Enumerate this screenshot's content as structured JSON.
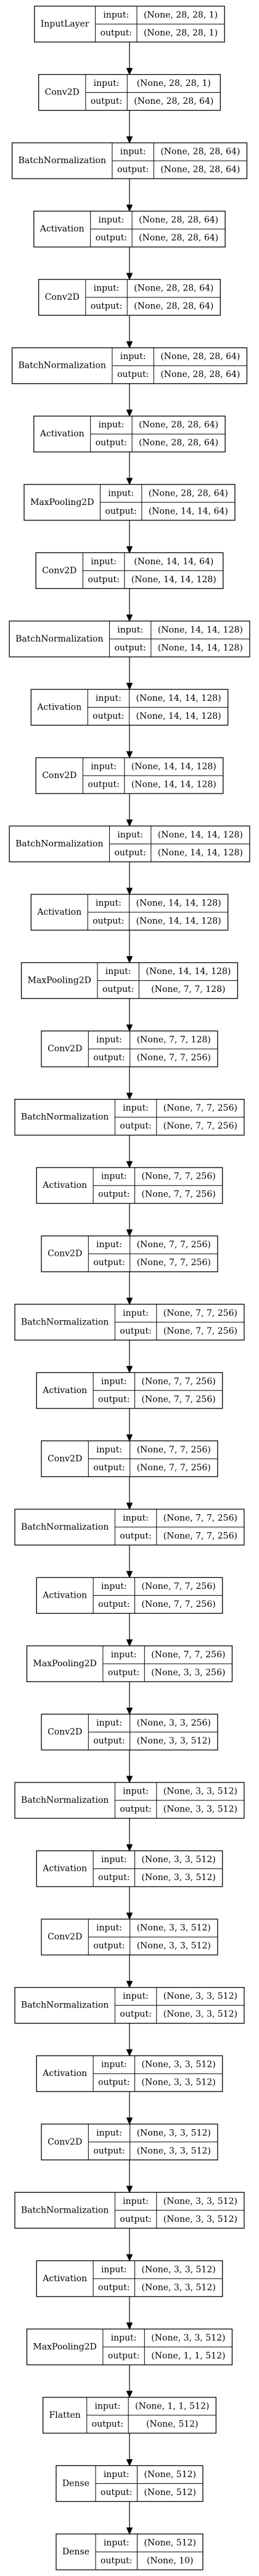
{
  "diagram": {
    "labels": {
      "input": "input:",
      "output": "output:"
    },
    "layers": [
      {
        "name": "InputLayer",
        "input": "(None, 28, 28, 1)",
        "output": "(None, 28, 28, 1)"
      },
      {
        "name": "Conv2D",
        "input": "(None, 28, 28, 1)",
        "output": "(None, 28, 28, 64)"
      },
      {
        "name": "BatchNormalization",
        "input": "(None, 28, 28, 64)",
        "output": "(None, 28, 28, 64)"
      },
      {
        "name": "Activation",
        "input": "(None, 28, 28, 64)",
        "output": "(None, 28, 28, 64)"
      },
      {
        "name": "Conv2D",
        "input": "(None, 28, 28, 64)",
        "output": "(None, 28, 28, 64)"
      },
      {
        "name": "BatchNormalization",
        "input": "(None, 28, 28, 64)",
        "output": "(None, 28, 28, 64)"
      },
      {
        "name": "Activation",
        "input": "(None, 28, 28, 64)",
        "output": "(None, 28, 28, 64)"
      },
      {
        "name": "MaxPooling2D",
        "input": "(None, 28, 28, 64)",
        "output": "(None, 14, 14, 64)"
      },
      {
        "name": "Conv2D",
        "input": "(None, 14, 14, 64)",
        "output": "(None, 14, 14, 128)"
      },
      {
        "name": "BatchNormalization",
        "input": "(None, 14, 14, 128)",
        "output": "(None, 14, 14, 128)"
      },
      {
        "name": "Activation",
        "input": "(None, 14, 14, 128)",
        "output": "(None, 14, 14, 128)"
      },
      {
        "name": "Conv2D",
        "input": "(None, 14, 14, 128)",
        "output": "(None, 14, 14, 128)"
      },
      {
        "name": "BatchNormalization",
        "input": "(None, 14, 14, 128)",
        "output": "(None, 14, 14, 128)"
      },
      {
        "name": "Activation",
        "input": "(None, 14, 14, 128)",
        "output": "(None, 14, 14, 128)"
      },
      {
        "name": "MaxPooling2D",
        "input": "(None, 14, 14, 128)",
        "output": "(None, 7, 7, 128)"
      },
      {
        "name": "Conv2D",
        "input": "(None, 7, 7, 128)",
        "output": "(None, 7, 7, 256)"
      },
      {
        "name": "BatchNormalization",
        "input": "(None, 7, 7, 256)",
        "output": "(None, 7, 7, 256)"
      },
      {
        "name": "Activation",
        "input": "(None, 7, 7, 256)",
        "output": "(None, 7, 7, 256)"
      },
      {
        "name": "Conv2D",
        "input": "(None, 7, 7, 256)",
        "output": "(None, 7, 7, 256)"
      },
      {
        "name": "BatchNormalization",
        "input": "(None, 7, 7, 256)",
        "output": "(None, 7, 7, 256)"
      },
      {
        "name": "Activation",
        "input": "(None, 7, 7, 256)",
        "output": "(None, 7, 7, 256)"
      },
      {
        "name": "Conv2D",
        "input": "(None, 7, 7, 256)",
        "output": "(None, 7, 7, 256)"
      },
      {
        "name": "BatchNormalization",
        "input": "(None, 7, 7, 256)",
        "output": "(None, 7, 7, 256)"
      },
      {
        "name": "Activation",
        "input": "(None, 7, 7, 256)",
        "output": "(None, 7, 7, 256)"
      },
      {
        "name": "MaxPooling2D",
        "input": "(None, 7, 7, 256)",
        "output": "(None, 3, 3, 256)"
      },
      {
        "name": "Conv2D",
        "input": "(None, 3, 3, 256)",
        "output": "(None, 3, 3, 512)"
      },
      {
        "name": "BatchNormalization",
        "input": "(None, 3, 3, 512)",
        "output": "(None, 3, 3, 512)"
      },
      {
        "name": "Activation",
        "input": "(None, 3, 3, 512)",
        "output": "(None, 3, 3, 512)"
      },
      {
        "name": "Conv2D",
        "input": "(None, 3, 3, 512)",
        "output": "(None, 3, 3, 512)"
      },
      {
        "name": "BatchNormalization",
        "input": "(None, 3, 3, 512)",
        "output": "(None, 3, 3, 512)"
      },
      {
        "name": "Activation",
        "input": "(None, 3, 3, 512)",
        "output": "(None, 3, 3, 512)"
      },
      {
        "name": "Conv2D",
        "input": "(None, 3, 3, 512)",
        "output": "(None, 3, 3, 512)"
      },
      {
        "name": "BatchNormalization",
        "input": "(None, 3, 3, 512)",
        "output": "(None, 3, 3, 512)"
      },
      {
        "name": "Activation",
        "input": "(None, 3, 3, 512)",
        "output": "(None, 3, 3, 512)"
      },
      {
        "name": "MaxPooling2D",
        "input": "(None, 3, 3, 512)",
        "output": "(None, 1, 1, 512)"
      },
      {
        "name": "Flatten",
        "input": "(None, 1, 1, 512)",
        "output": "(None, 512)"
      },
      {
        "name": "Dense",
        "input": "(None, 512)",
        "output": "(None, 512)"
      },
      {
        "name": "Dense",
        "input": "(None, 512)",
        "output": "(None, 10)"
      }
    ]
  }
}
